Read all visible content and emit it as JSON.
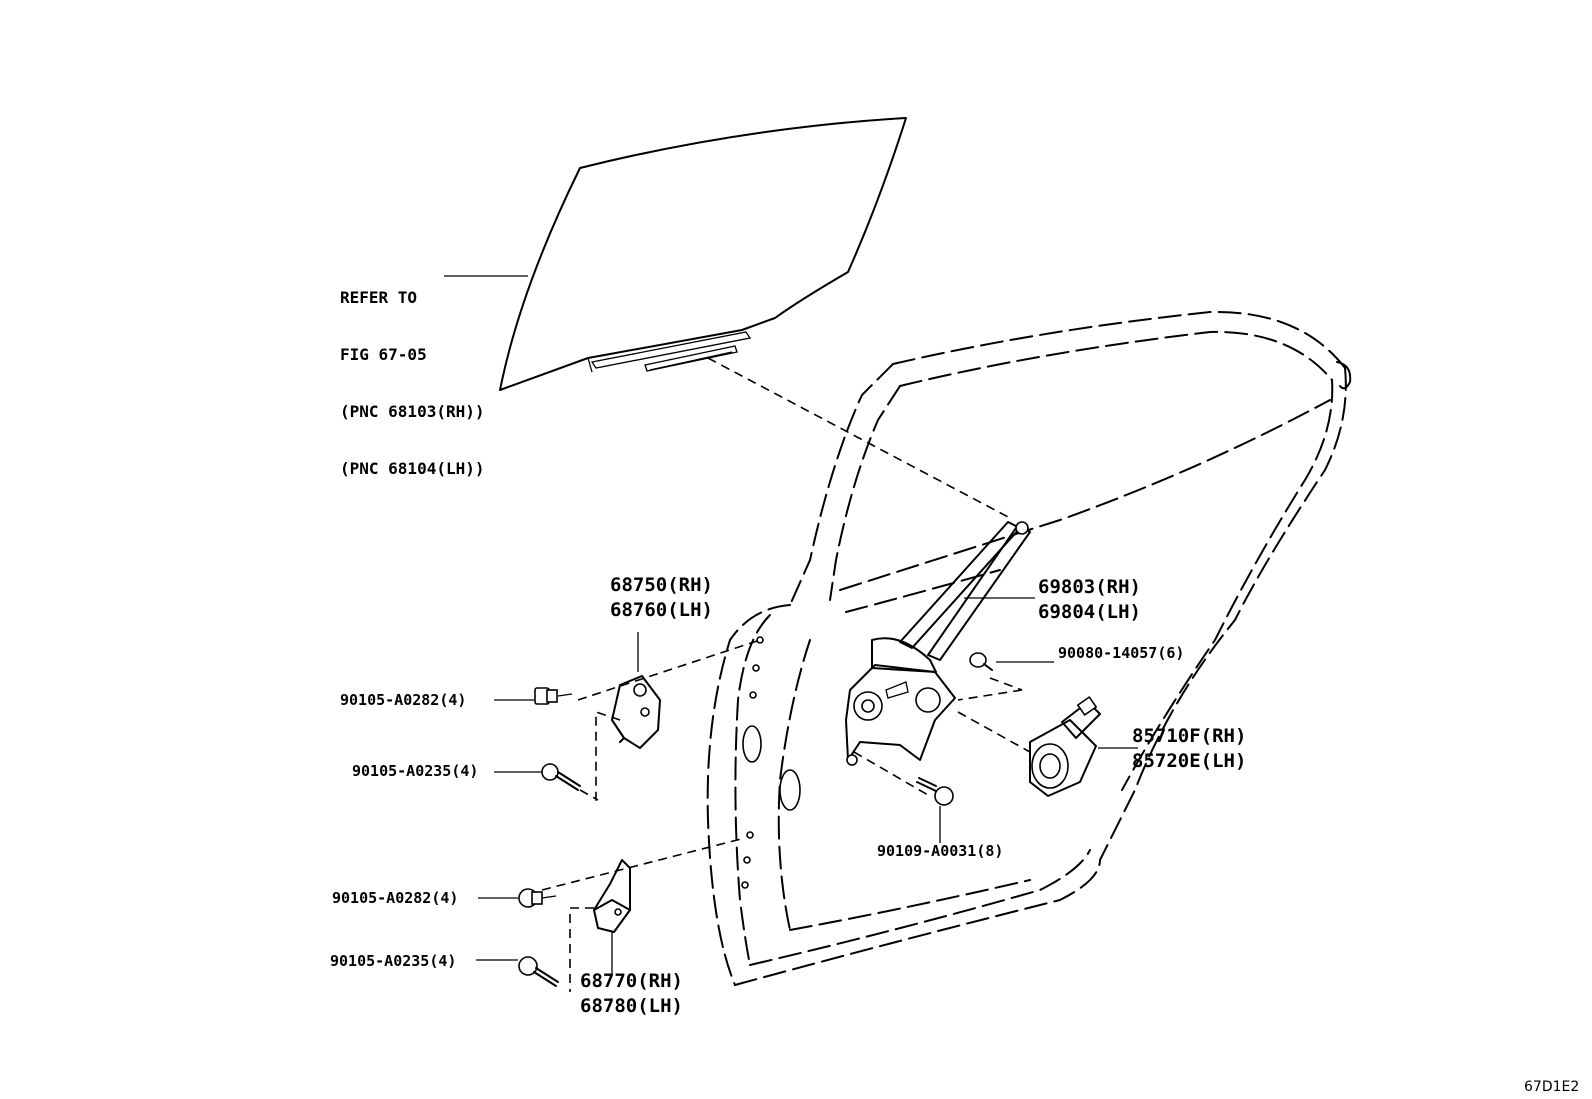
{
  "diagram": {
    "refer_note": {
      "line1": "REFER TO",
      "line2": "FIG 67-05",
      "line3": "(PNC 68103(RH))",
      "line4": "(PNC 68104(LH))"
    },
    "parts": {
      "hinge_upper": {
        "rh": "68750(RH)",
        "lh": "68760(LH)"
      },
      "hinge_lower": {
        "rh": "68770(RH)",
        "lh": "68780(LH)"
      },
      "regulator": {
        "rh": "69803(RH)",
        "lh": "69804(LH)"
      },
      "motor": {
        "rh": "85710F(RH)",
        "lh": "85720E(LH)"
      },
      "bolt_upper_a": "90105-A0282(4)",
      "bolt_upper_b": "90105-A0235(4)",
      "bolt_lower_a": "90105-A0282(4)",
      "bolt_lower_b": "90105-A0235(4)",
      "bolt_motor": "90080-14057(6)",
      "bolt_regulator": "90109-A0031(8)"
    },
    "figure_code": "67D1E2"
  }
}
